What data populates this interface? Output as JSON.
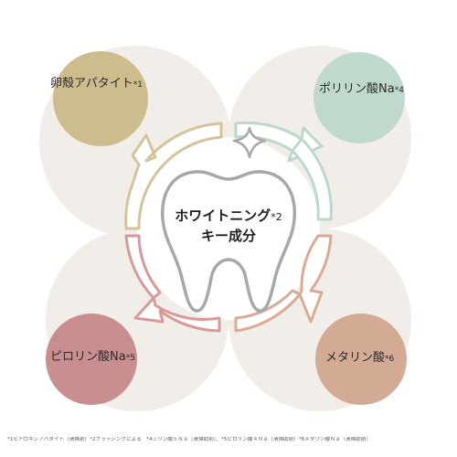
{
  "center": {
    "line1": "ホワイトニング",
    "line1_mark": "*2",
    "line2": "キー成分"
  },
  "ingredients": [
    {
      "id": "top-left",
      "label": "卵殻アパタイト",
      "mark": "*1",
      "color": "#cdbd8c"
    },
    {
      "id": "top-right",
      "label": "ポリリン酸Na",
      "mark": "*4",
      "color": "#bfd9cd"
    },
    {
      "id": "bottom-left",
      "label": "ピロリン酸Na",
      "mark": "*5",
      "color": "#c98e90"
    },
    {
      "id": "bottom-right",
      "label": "メタリン酸",
      "mark": "*6",
      "color": "#d3aa94"
    }
  ],
  "footnotes": "*1ヒドロキシアパタイト（清掃剤）*2ブラッシングによる　*4三リン酸５Ｎａ（清掃助剤）、*5ピロリン酸４Ｎａ（清掃助剤）*6メタリン酸Ｎａ（清掃助剤）",
  "colors": {
    "background_circle": "#f1ede8",
    "tooth_stroke": "#a8a8a8",
    "arrow_gold": "#d4c49c",
    "arrow_green": "#bcd8ca",
    "arrow_pink": "#d89a98",
    "arrow_salmon": "#d9aa94"
  }
}
